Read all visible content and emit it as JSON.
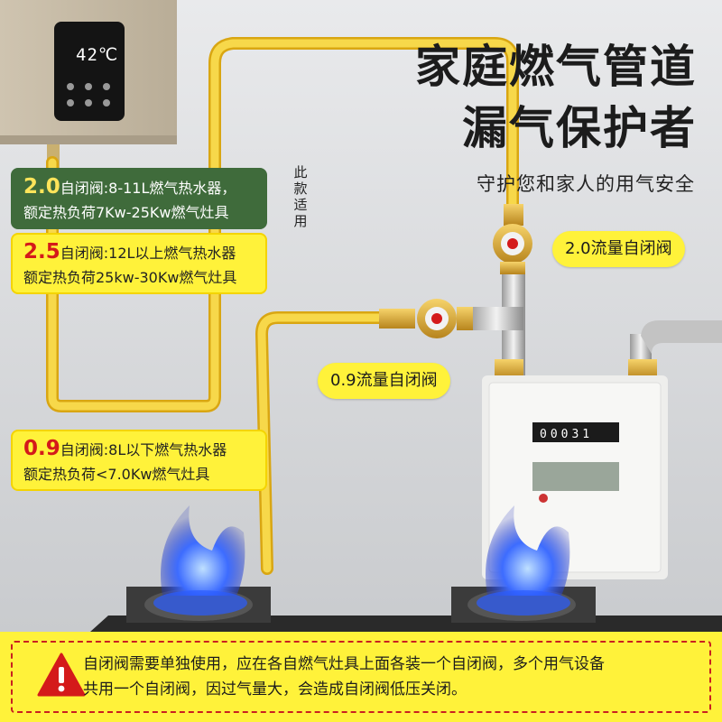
{
  "title": {
    "line1": "家庭燃气管道",
    "line2": "漏气保护者",
    "subtitle": "守护您和家人的用气安全"
  },
  "heater": {
    "temperature": "42",
    "unit": "℃"
  },
  "note": {
    "applicable": [
      "此",
      "款",
      "适",
      "用"
    ]
  },
  "specs": [
    {
      "num": "2.0",
      "line1": "自闭阀:8-11L燃气热水器，",
      "line2": "额定热负荷7Kw-25Kw燃气灶具"
    },
    {
      "num": "2.5",
      "line1": "自闭阀:12L以上燃气热水器",
      "line2": "额定热负荷25kw-30Kw燃气灶具"
    },
    {
      "num": "0.9",
      "line1": "自闭阀:8L以下燃气热水器",
      "line2": "额定热负荷<7.0Kw燃气灶具"
    }
  ],
  "labels": {
    "valve_20": "2.0流量自闭阀",
    "valve_09": "0.9流量自闭阀"
  },
  "meter": {
    "reading": "00031"
  },
  "warning": {
    "line1": "自闭阀需要单独使用，应在各自燃气灶具上面各装一个自闭阀，多个用气设备",
    "line2": "共用一个自闭阀，因过气量大，会造成自闭阀低压关闭。"
  },
  "colors": {
    "hose": "#f3c21e",
    "accent_yellow": "#fff23a",
    "accent_red": "#d41a1a",
    "green": "#3f6b3b",
    "flame": "#2b5cff"
  }
}
